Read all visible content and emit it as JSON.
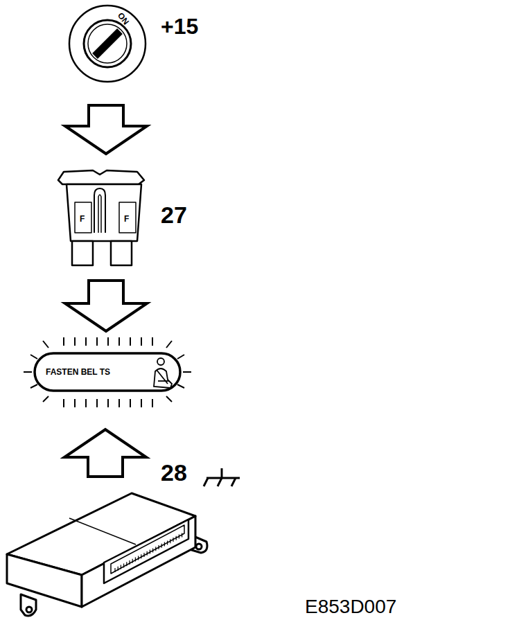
{
  "diagram": {
    "nodes": [
      {
        "text": [
          "ON"
        ]
      },
      {
        "text": [
          "F",
          "F"
        ]
      },
      {
        "text": [
          "FASTEN BEL TS"
        ]
      }
    ],
    "edges": [
      {
        "from": 0,
        "to": 1,
        "arrow": "to"
      },
      {
        "from": 1,
        "to": 2,
        "arrow": "to"
      }
    ],
    "labels": [
      "+15",
      "27",
      "28",
      "E853D007"
    ]
  }
}
